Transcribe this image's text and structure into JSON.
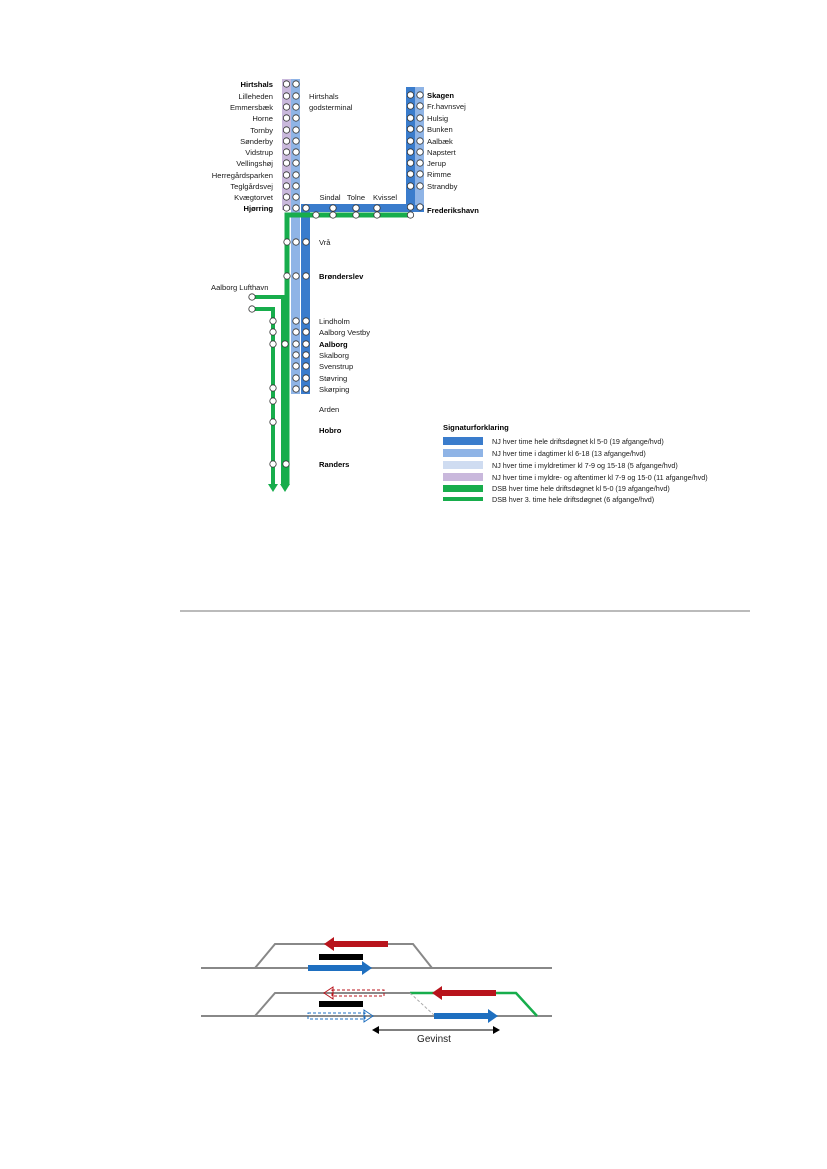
{
  "colors": {
    "nj_hourly_all_day": "#3a7ccc",
    "nj_hourly_daytime": "#8fb4e6",
    "nj_rush_hours": "#cfdcf1",
    "nj_rush_evening": "#c9b8dc",
    "dsb_hourly": "#17ad4c",
    "dsb_every_3h": "#17ad4c",
    "red_train": "#b8141c",
    "blue_train": "#1e6fc0",
    "black_train": "#000000",
    "track": "#888888"
  },
  "stations": {
    "hirtshals": "Hirtshals",
    "lilleheden": "Lilleheden",
    "emmersbaek": "Emmersbæk",
    "horne": "Horne",
    "tornby": "Tornby",
    "sonderby": "Sønderby",
    "vidstrup": "Vidstrup",
    "vellingshoj": "Vellingshøj",
    "herregardsparken": "Herregårdsparken",
    "teglgardsvej": "Teglgårdsvej",
    "kvaegtorvet": "Kvægtorvet",
    "hjorring": "Hjørring",
    "hirtshals_gods_1": "Hirtshals",
    "hirtshals_gods_2": "godsterminal",
    "skagen": "Skagen",
    "frhavnsvej": "Fr.havnsvej",
    "hulsig": "Hulsig",
    "bunken": "Bunken",
    "aalbaek": "Aalbæk",
    "napstert": "Napstert",
    "jerup": "Jerup",
    "rimme": "Rimme",
    "strandby": "Strandby",
    "frederikshavn": "Frederikshavn",
    "sindal": "Sindal",
    "tolne": "Tolne",
    "kvissel": "Kvissel",
    "vra": "Vrå",
    "bronderslev": "Brønderslev",
    "aalborg_lufthavn": "Aalborg Lufthavn",
    "lindholm": "Lindholm",
    "aalborg_vestby": "Aalborg Vestby",
    "aalborg": "Aalborg",
    "skalborg": "Skalborg",
    "svenstrup": "Svenstrup",
    "stovring": "Støvring",
    "skorping": "Skørping",
    "arden": "Arden",
    "hobro": "Hobro",
    "randers": "Randers"
  },
  "legend": {
    "title": "Signaturforklaring",
    "items": [
      "NJ hver time hele driftsdøgnet kl 5-0 (19 afgange/hvd)",
      "NJ hver time i dagtimer kl 6-18 (13 afgange/hvd)",
      "NJ hver time i myldretimer kl 7-9 og 15-18 (5 afgange/hvd)",
      "NJ hver time i myldre- og aftentimer kl 7-9 og 15-0 (11 afgange/hvd)",
      "DSB hver time hele driftsdøgnet kl 5-0 (19 afgange/hvd)",
      "DSB hver 3. time hele driftsdøgnet (6 afgange/hvd)"
    ]
  },
  "diagram2": {
    "gain_label": "Gevinst"
  }
}
